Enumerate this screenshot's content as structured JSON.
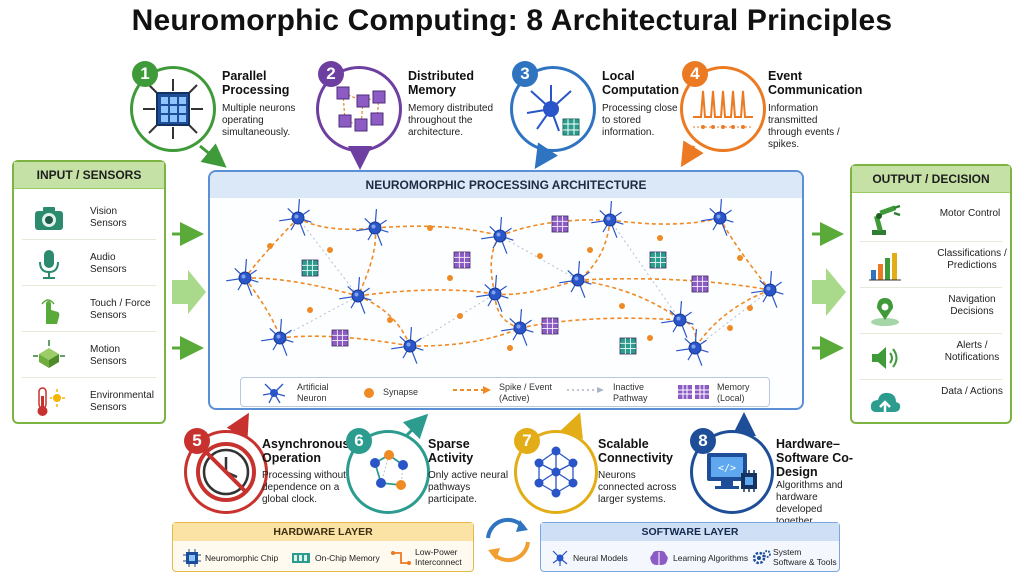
{
  "title": "Neuromorphic Computing: 8 Architectural Principles",
  "colors": {
    "green": "#3f9a3a",
    "purple": "#6d3fa0",
    "blue": "#2f74c0",
    "orange": "#ec7a22",
    "red": "#c8322e",
    "teal": "#2c9c8e",
    "yellow": "#e2ad17",
    "navy": "#1f4e99",
    "neuron": "#2a55c8",
    "synapse": "#f08a24",
    "memory": "#8c5cc4"
  },
  "principles": [
    {
      "num": "1",
      "title": "Parallel Processing",
      "desc": "Multiple neurons operating simultaneously.",
      "icon": "processor-grid-icon"
    },
    {
      "num": "2",
      "title": "Distributed Memory",
      "desc": "Memory distributed throughout the architecture.",
      "icon": "memory-network-icon"
    },
    {
      "num": "3",
      "title": "Local Computation",
      "desc": "Processing close to stored information.",
      "icon": "neuron-memory-icon"
    },
    {
      "num": "4",
      "title": "Event Communication",
      "desc": "Information transmitted through events / spikes.",
      "icon": "spike-train-icon"
    },
    {
      "num": "5",
      "title": "Asynchronous Operation",
      "desc": "Processing without dependence on a global clock.",
      "icon": "crossed-clock-icon"
    },
    {
      "num": "6",
      "title": "Sparse Activity",
      "desc": "Only active neural pathways participate.",
      "icon": "sparse-network-icon"
    },
    {
      "num": "7",
      "title": "Scalable Connectivity",
      "desc": "Neurons connected across larger systems.",
      "icon": "mesh-network-icon"
    },
    {
      "num": "8",
      "title": "Hardware–Software Co-Design",
      "desc": "Algorithms and hardware developed together.",
      "icon": "monitor-chip-icon"
    }
  ],
  "input": {
    "heading": "INPUT / SENSORS",
    "items": [
      {
        "label": "Vision Sensors",
        "icon": "camera-icon"
      },
      {
        "label": "Audio Sensors",
        "icon": "microphone-icon"
      },
      {
        "label": "Touch / Force Sensors",
        "icon": "touch-hand-icon"
      },
      {
        "label": "Motion Sensors",
        "icon": "motion-arrows-icon"
      },
      {
        "label": "Environmental Sensors",
        "icon": "thermometer-sun-icon"
      }
    ]
  },
  "output": {
    "heading": "OUTPUT / DECISION",
    "items": [
      {
        "label": "Motor Control",
        "icon": "robot-arm-icon"
      },
      {
        "label": "Classifications / Predictions",
        "icon": "bar-chart-icon"
      },
      {
        "label": "Navigation Decisions",
        "icon": "map-pin-icon"
      },
      {
        "label": "Alerts / Notifications",
        "icon": "speaker-icon"
      },
      {
        "label": "Data / Actions",
        "icon": "cloud-upload-icon"
      }
    ]
  },
  "architecture": {
    "heading": "NEUROMORPHIC PROCESSING ARCHITECTURE",
    "legend": [
      {
        "label": "Artificial Neuron",
        "icon": "neuron-icon"
      },
      {
        "label": "Synapse",
        "icon": "synapse-dot-icon"
      },
      {
        "label": "Spike / Event (Active)",
        "icon": "active-spike-icon"
      },
      {
        "label": "Inactive Pathway",
        "icon": "inactive-pathway-icon"
      },
      {
        "label": "Memory (Local)",
        "icon": "memory-cell-icon"
      }
    ]
  },
  "hardware_layer": {
    "heading": "HARDWARE LAYER",
    "items": [
      {
        "label": "Neuromorphic Chip",
        "icon": "chip-icon"
      },
      {
        "label": "On-Chip Memory",
        "icon": "memory-module-icon"
      },
      {
        "label": "Low-Power Interconnect",
        "icon": "interconnect-icon"
      }
    ]
  },
  "software_layer": {
    "heading": "SOFTWARE LAYER",
    "items": [
      {
        "label": "Neural Models",
        "icon": "neuron-icon"
      },
      {
        "label": "Learning Algorithms",
        "icon": "brain-icon"
      },
      {
        "label": "System Software & Tools",
        "icon": "gears-icon"
      }
    ]
  }
}
